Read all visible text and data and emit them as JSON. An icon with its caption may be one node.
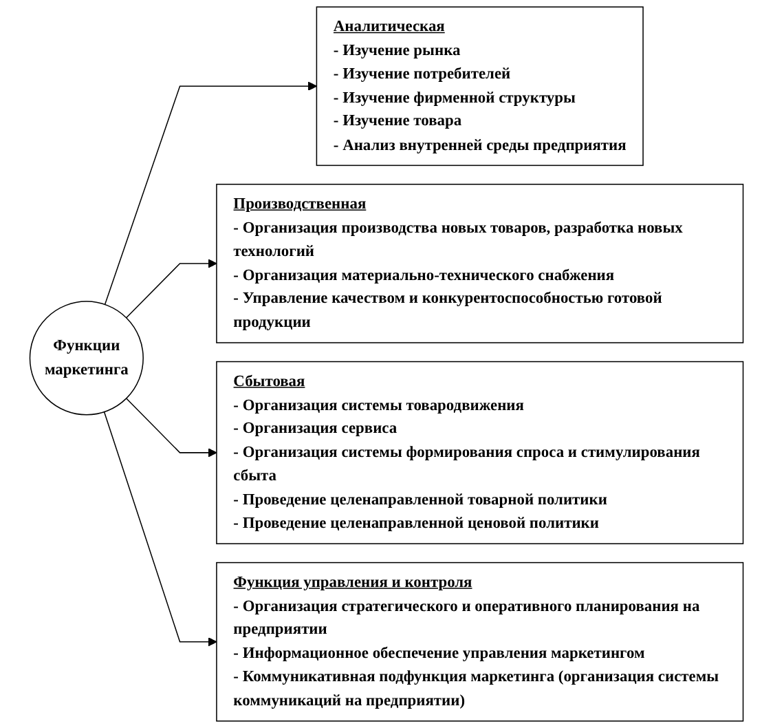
{
  "diagram": {
    "nodes": [
      {
        "text": [
          "Аналитическая",
          "- Изучение рынка",
          "- Изучение потребителей",
          "- Изучение фирменной структуры",
          "- Изучение товара",
          "- Анализ внутренней среды предприятия"
        ]
      },
      {
        "text": [
          "Производственная",
          "- Организация производства новых товаров, разработка новых технологий",
          "- Организация материально-технического снабжения",
          "- Управление качеством и конкурентоспособностью готовой продукции"
        ]
      },
      {
        "text": [
          "Функции маркетинга"
        ]
      },
      {
        "text": [
          "Сбытовая",
          "- Организация системы товародвижения",
          "- Организация сервиса",
          "- Организация системы формирования спроса и стимулирования сбыта",
          "- Проведение целенаправленной товарной политики",
          "- Проведение целенаправленной ценовой политики"
        ]
      },
      {
        "text": [
          "Функция управления и контроля",
          "- Организация стратегического и оперативного планирования на предприятии",
          "- Информационное обеспечение управления маркетингом",
          "- Коммуникативная подфункция маркетинга (организация системы коммуникаций на предприятии)"
        ]
      }
    ],
    "edges": [
      {
        "from": 2,
        "to": 0,
        "arrow": "to"
      },
      {
        "from": 2,
        "to": 1,
        "arrow": "to"
      },
      {
        "from": 2,
        "to": 3,
        "arrow": "to"
      },
      {
        "from": 2,
        "to": 4,
        "arrow": "to"
      }
    ]
  }
}
